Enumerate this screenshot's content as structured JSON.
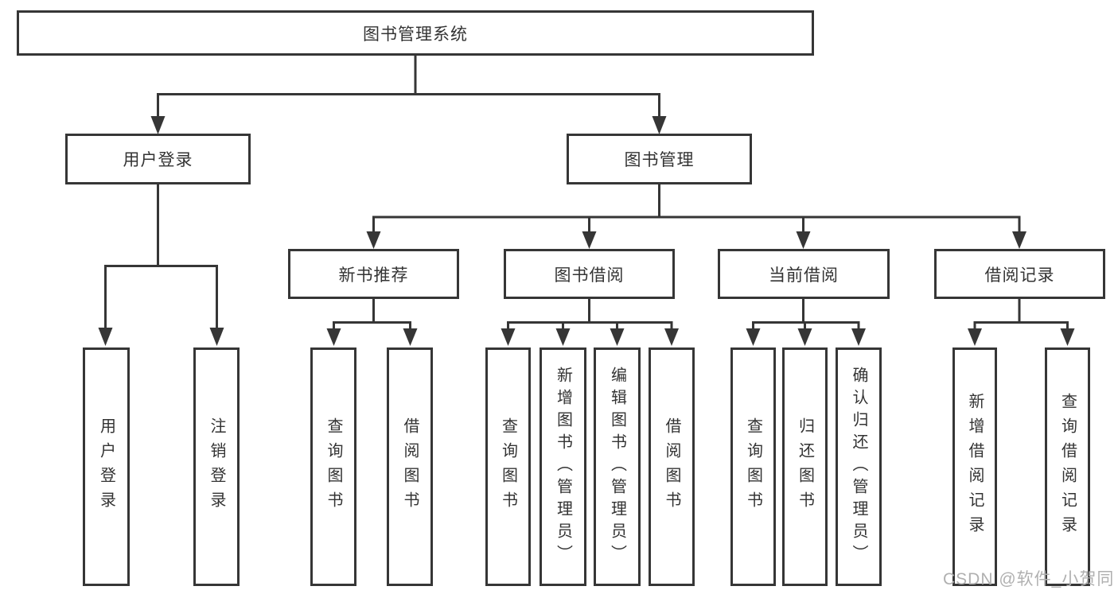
{
  "tree": {
    "root": {
      "label": "图书管理系统"
    },
    "branches": [
      {
        "label": "用户登录",
        "children": [
          {
            "label": "用户登录"
          },
          {
            "label": "注销登录"
          }
        ]
      },
      {
        "label": "图书管理",
        "children": [
          {
            "label": "新书推荐",
            "children": [
              {
                "label": "查询图书"
              },
              {
                "label": "借阅图书"
              }
            ]
          },
          {
            "label": "图书借阅",
            "children": [
              {
                "label": "查询图书"
              },
              {
                "label": "新增图书（管理员）"
              },
              {
                "label": "编辑图书（管理员）"
              },
              {
                "label": "借阅图书"
              }
            ]
          },
          {
            "label": "当前借阅",
            "children": [
              {
                "label": "查询图书"
              },
              {
                "label": "归还图书"
              },
              {
                "label": "确认归还（管理员）"
              }
            ]
          },
          {
            "label": "借阅记录",
            "children": [
              {
                "label": "新增借阅记录"
              },
              {
                "label": "查询借阅记录"
              }
            ]
          }
        ]
      }
    ]
  },
  "watermark": {
    "text": "CSDN @软件_小贺同学"
  },
  "colors": {
    "line": "#363636",
    "text": "#333333",
    "watermark": "#b0b0b0",
    "background": "#ffffff"
  }
}
